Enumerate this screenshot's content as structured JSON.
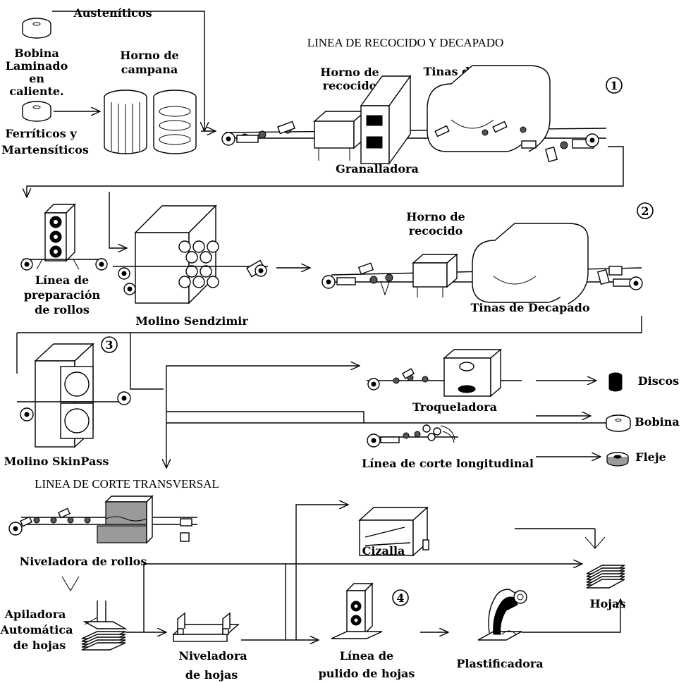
{
  "labels": {
    "austeniticos": "Austeníticos",
    "bobina_laminado_1": "Bobina",
    "bobina_laminado_2": "Laminado",
    "bobina_laminado_3": "en",
    "bobina_laminado_4": "caliente.",
    "ferriticos_1": "Ferríticos y",
    "ferriticos_2": "Martensíticos",
    "horno_campana_1": "Horno de",
    "horno_campana_2": "campana",
    "linea_recocido": "LINEA DE RECOCIDO Y DECAPADO",
    "horno_recocido_a_1": "Horno de",
    "horno_recocido_a_2": "recocido",
    "tinas_a": "Tinas de Decapado",
    "granalladora": "Granalladora",
    "linea_prep_1": "Línea de",
    "linea_prep_2": "preparación",
    "linea_prep_3": "de rollos",
    "molino_sendzimir": "Molino Sendzimir",
    "horno_recocido_b_1": "Horno de",
    "horno_recocido_b_2": "recocido",
    "tinas_b": "Tinas de Decapado",
    "molino_skinpass": "Molino SkinPass",
    "troqueladora": "Troqueladora",
    "discos": "Discos",
    "bobina_out": "Bobina",
    "fleje": "Fleje",
    "linea_corte_longitudinal": "Línea de corte longitudinal",
    "linea_corte_transversal": "LINEA DE CORTE TRANSVERSAL",
    "niveladora_rollos": "Niveladora de rollos",
    "cizalla": "Cizalla",
    "hojas": "Hojas",
    "apiladora_1": "Apiladora",
    "apiladora_2": "Automática",
    "apiladora_3": "de hojas",
    "niveladora_hojas_1": "Niveladora",
    "niveladora_hojas_2": "de hojas",
    "linea_pulido_1": "Línea de",
    "linea_pulido_2": "pulido de hojas",
    "plastificadora": "Plastificadora"
  },
  "step_numbers": [
    "1",
    "2",
    "3",
    "4"
  ]
}
